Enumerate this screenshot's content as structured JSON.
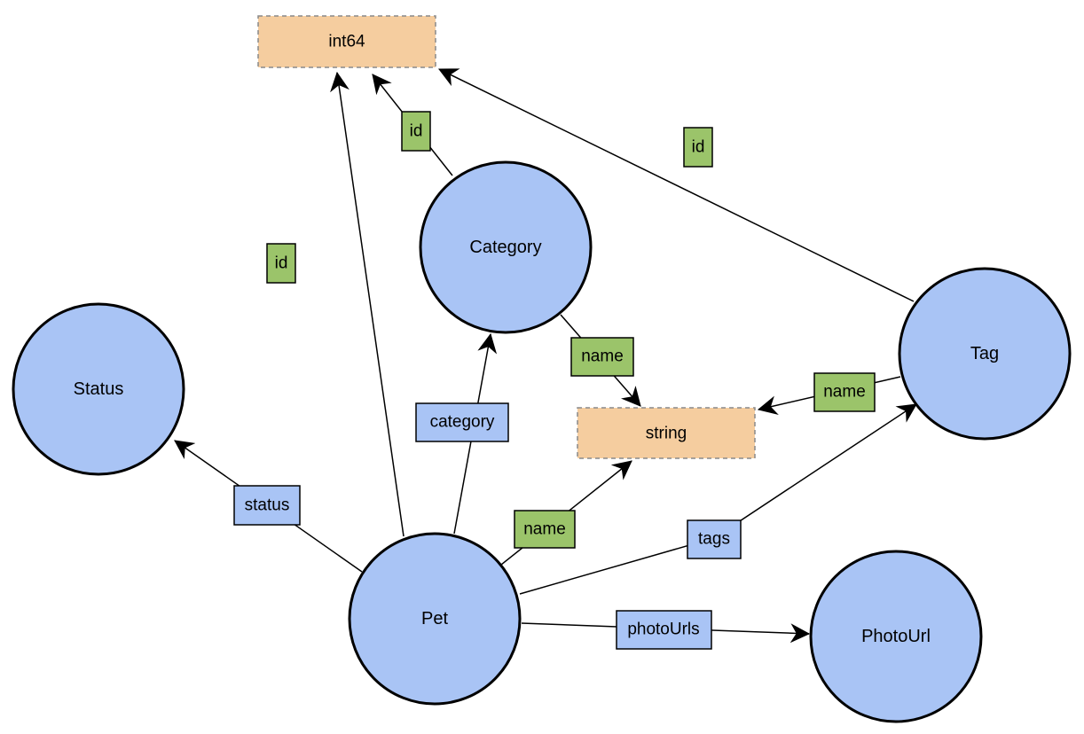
{
  "nodes": {
    "status": "Status",
    "category": "Category",
    "tag": "Tag",
    "pet": "Pet",
    "photourl": "PhotoUrl"
  },
  "types": {
    "int64": "int64",
    "string": "string"
  },
  "edges": {
    "pet_id": "id",
    "category_id": "id",
    "tag_id": "id",
    "category_name": "name",
    "tag_name": "name",
    "pet_name": "name",
    "pet_status": "status",
    "pet_category": "category",
    "pet_tags": "tags",
    "pet_photourls": "photoUrls"
  },
  "colors": {
    "entity_fill": "#a9c4f5",
    "type_fill": "#f5cd9f",
    "primitive_edge_label": "#9bc46a",
    "reference_edge_label": "#a9c4f5"
  }
}
